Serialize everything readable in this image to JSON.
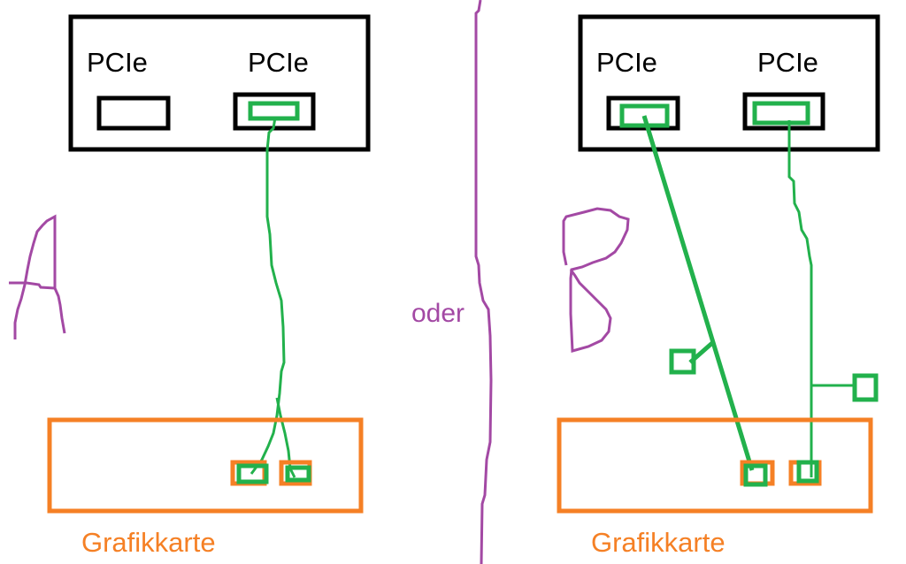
{
  "colors": {
    "motherboard": "#000000",
    "cable": "#22b14c",
    "gpu": "#f58025",
    "annotation": "#a349a4",
    "background": "#ffffff"
  },
  "panel_a": {
    "letter": "A",
    "motherboard": {
      "slots": [
        {
          "label": "PCIe",
          "occupied": false
        },
        {
          "label": "PCIe",
          "occupied": true
        }
      ]
    },
    "gpu": {
      "label": "Grafikkarte",
      "ports": 2
    },
    "cable": "single cable from one PCIe slot splitting into two GPU power connectors"
  },
  "divider": {
    "label": "oder"
  },
  "panel_b": {
    "letter": "B",
    "motherboard": {
      "slots": [
        {
          "label": "PCIe",
          "occupied": true
        },
        {
          "label": "PCIe",
          "occupied": true
        }
      ]
    },
    "gpu": {
      "label": "Grafikkarte",
      "ports": 2
    },
    "cable": "two separate cables, one per PCIe slot, each to its own GPU connector, each with a spare branch connector"
  }
}
